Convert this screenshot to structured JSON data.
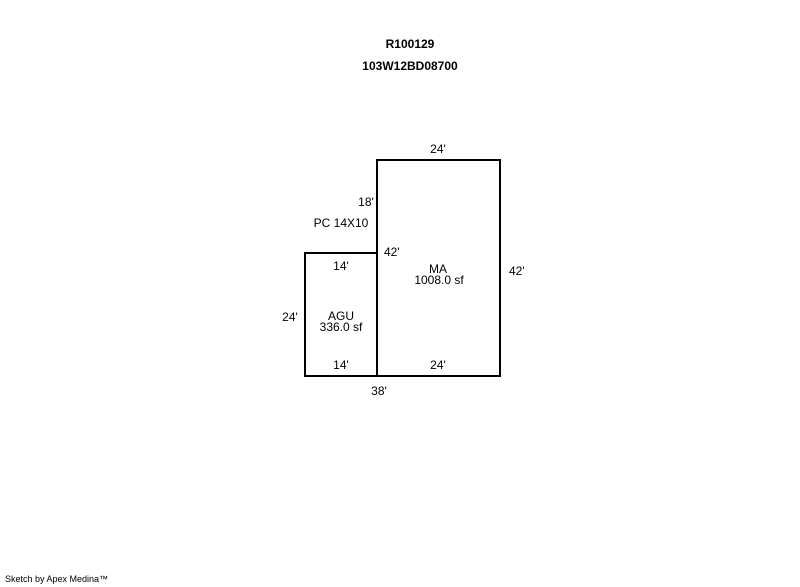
{
  "header": {
    "account": "R100129",
    "map_tax_lot": "103W12BD08700"
  },
  "areas": [
    {
      "code": "MA",
      "area": "1008.0 sf"
    },
    {
      "code": "AGU",
      "area": "336.0 sf"
    }
  ],
  "dimensions": {
    "ma_top": "24'",
    "ma_right": "42'",
    "ma_left": "42'",
    "ma_bottom": "24'",
    "agu_top": "14'",
    "agu_left": "24'",
    "agu_bottom": "14'",
    "total_bottom": "38'",
    "upper_left": "18'"
  },
  "notes": {
    "porch": "PC 14X10"
  },
  "footer": {
    "credit": "Sketch by Apex Medina™"
  }
}
